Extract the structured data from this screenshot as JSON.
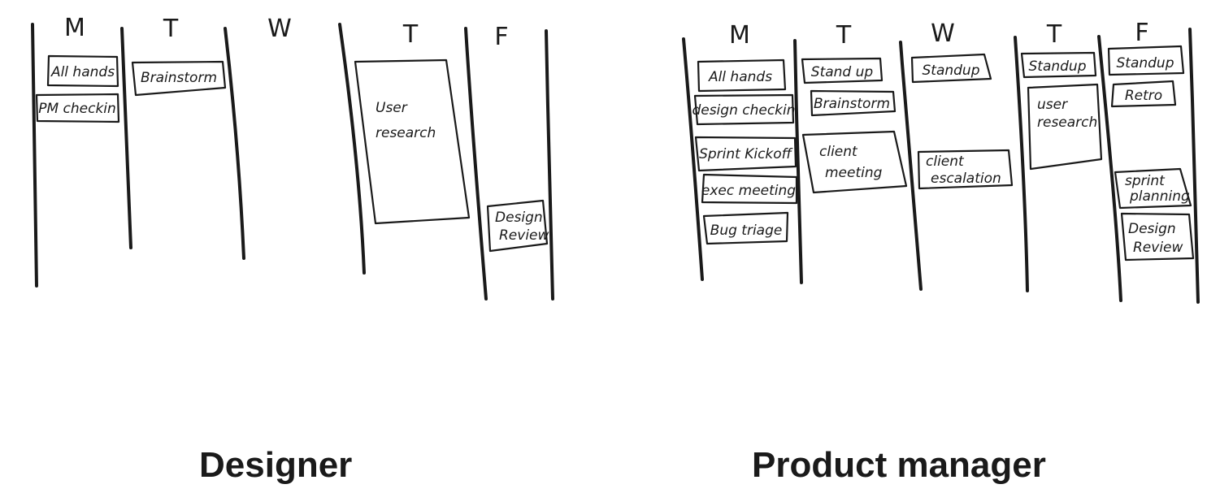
{
  "designer": {
    "caption": "Designer",
    "days": [
      "M",
      "T",
      "W",
      "T",
      "F"
    ],
    "events": {
      "all_hands": "All hands",
      "pm_checkin": "PM checkin",
      "brainstorm": "Brainstorm",
      "user_research": [
        "User",
        "research"
      ],
      "design_review": [
        "Design",
        "Review"
      ]
    }
  },
  "product_manager": {
    "caption": "Product manager",
    "days": [
      "M",
      "T",
      "W",
      "T",
      "F"
    ],
    "events": {
      "all_hands": "All hands",
      "design_checkin": "design checkin",
      "sprint_kickoff": "Sprint Kickoff",
      "exec_meeting": "exec meeting",
      "bug_triage": "Bug triage",
      "standup_tue": "Stand up",
      "brainstorm": "Brainstorm",
      "client_meeting": [
        "client",
        "meeting"
      ],
      "standup_wed": "Standup",
      "client_escalation": [
        "client",
        "escalation"
      ],
      "standup_thu": "Standup",
      "user_research": [
        "user",
        "research"
      ],
      "standup_fri": "Standup",
      "retro": "Retro",
      "sprint_planning": [
        "sprint",
        "planning"
      ],
      "design_review": [
        "Design",
        "Review"
      ]
    }
  }
}
